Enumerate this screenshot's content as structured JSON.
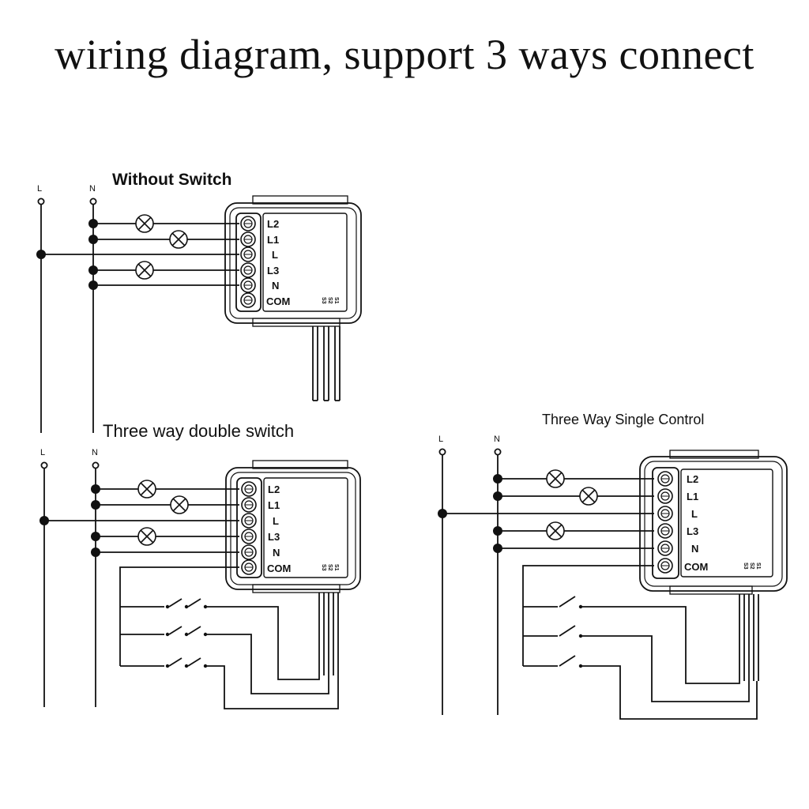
{
  "title": "wiring diagram, support 3 ways connect",
  "diagrams": [
    {
      "caption": "Without Switch",
      "line_label": "L",
      "neutral_label": "N"
    },
    {
      "caption": "Three way double switch",
      "line_label": "L",
      "neutral_label": "N"
    },
    {
      "caption": "Three Way Single Control",
      "line_label": "L",
      "neutral_label": "N"
    }
  ],
  "module": {
    "terminals": [
      "L2",
      "L1",
      "L",
      "L3",
      "N",
      "COM"
    ],
    "switch_inputs": [
      "S3",
      "S2",
      "S1"
    ]
  },
  "colors": {
    "ink": "#111111",
    "background": "#ffffff"
  }
}
